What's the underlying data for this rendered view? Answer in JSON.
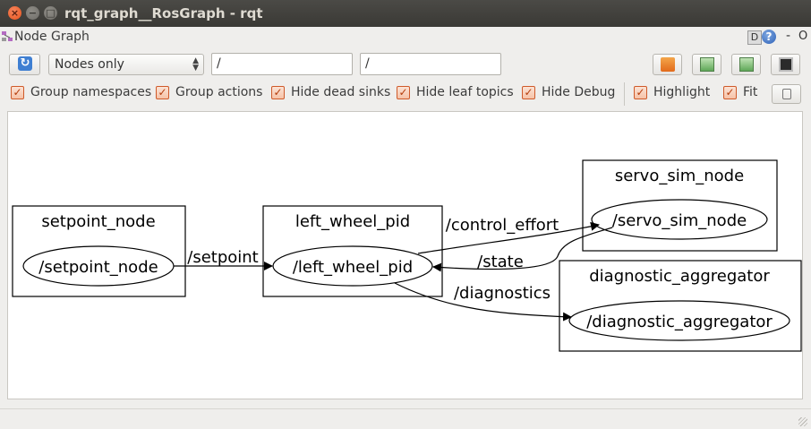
{
  "window": {
    "title": "rqt_graph__RosGraph - rqt",
    "close_glyph": "×",
    "minimize_glyph": "−",
    "maximize_glyph": "□"
  },
  "dock": {
    "title": "Node Graph",
    "d_label": "D",
    "help_label": "?",
    "dash_label": "-",
    "o_label": "O"
  },
  "toolbar": {
    "refresh_icon": "refresh-icon",
    "graph_mode": "Nodes only",
    "namespace_filter": "/",
    "topic_filter": "/",
    "buttons": [
      "load-dot-icon",
      "save-dot-icon",
      "save-image-icon",
      "screenshot-icon"
    ]
  },
  "options": {
    "group_namespaces": "Group namespaces",
    "group_actions": "Group actions",
    "hide_dead_sinks": "Hide dead sinks",
    "hide_leaf_topics": "Hide leaf topics",
    "hide_debug": "Hide Debug",
    "highlight": "Highlight",
    "fit": "Fit",
    "check_mark": "✓"
  },
  "graph": {
    "clusters": {
      "setpoint": "setpoint_node",
      "left_wheel": "left_wheel_pid",
      "servo": "servo_sim_node",
      "diag": "diagnostic_aggregator"
    },
    "nodes": {
      "setpoint": "/setpoint_node",
      "left_wheel": "/left_wheel_pid",
      "servo": "/servo_sim_node",
      "diag": "/diagnostic_aggregator"
    },
    "edges": {
      "setpoint": "/setpoint",
      "control_effort": "/control_effort",
      "state": "/state",
      "diagnostics": "/diagnostics"
    }
  },
  "colors": {
    "accent": "#e9541d",
    "checkbox_border": "#cf5a2a",
    "refresh_blue": "#3f7fd2"
  }
}
